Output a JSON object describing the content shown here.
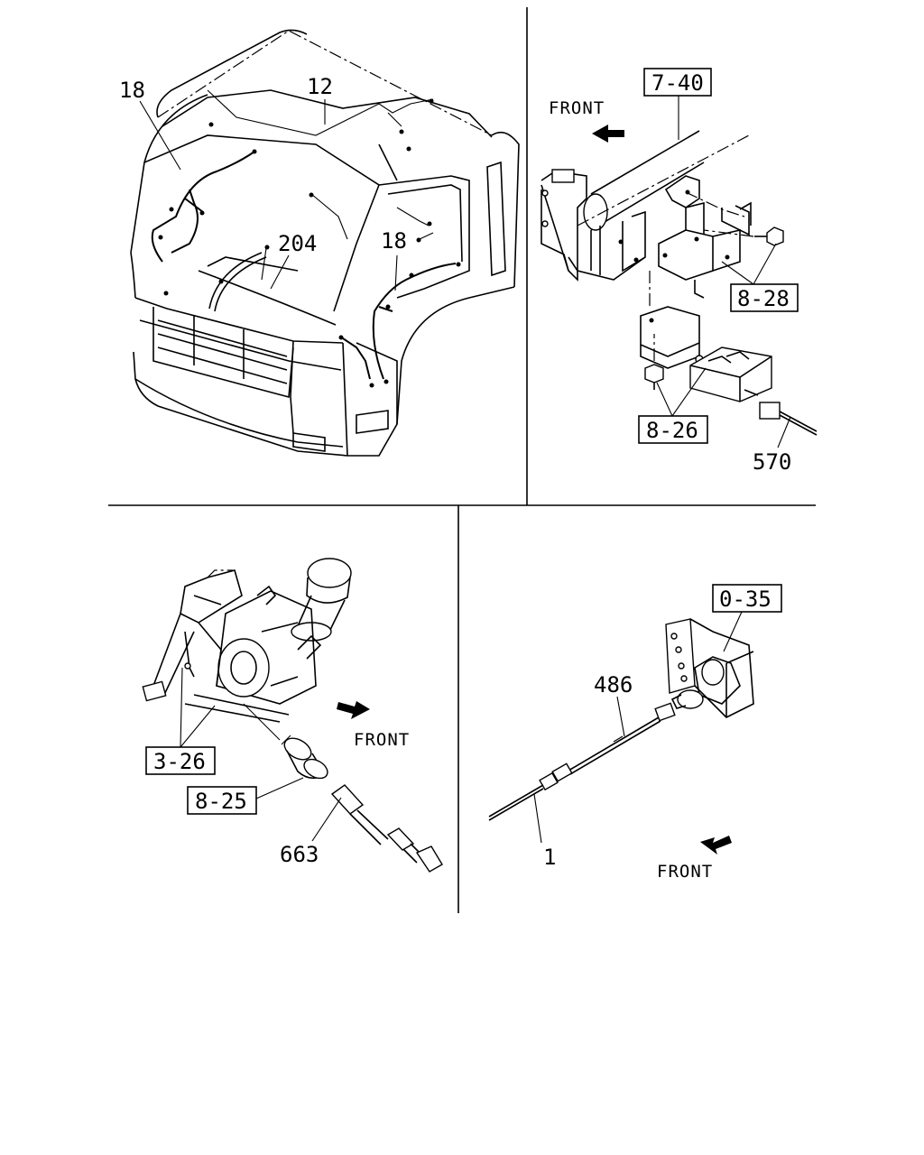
{
  "panels": {
    "cab": {
      "callouts": [
        "18",
        "12",
        "204",
        "18"
      ]
    },
    "frame": {
      "front_label": "FRONT",
      "ref_boxes": [
        "7-40",
        "8-28",
        "8-26"
      ],
      "callouts": [
        "570"
      ]
    },
    "engine": {
      "front_label": "FRONT",
      "ref_boxes": [
        "3-26",
        "8-25"
      ],
      "callouts": [
        "663"
      ]
    },
    "harness": {
      "front_label": "FRONT",
      "ref_boxes": [
        "0-35"
      ],
      "callouts": [
        "486",
        "1"
      ]
    }
  }
}
